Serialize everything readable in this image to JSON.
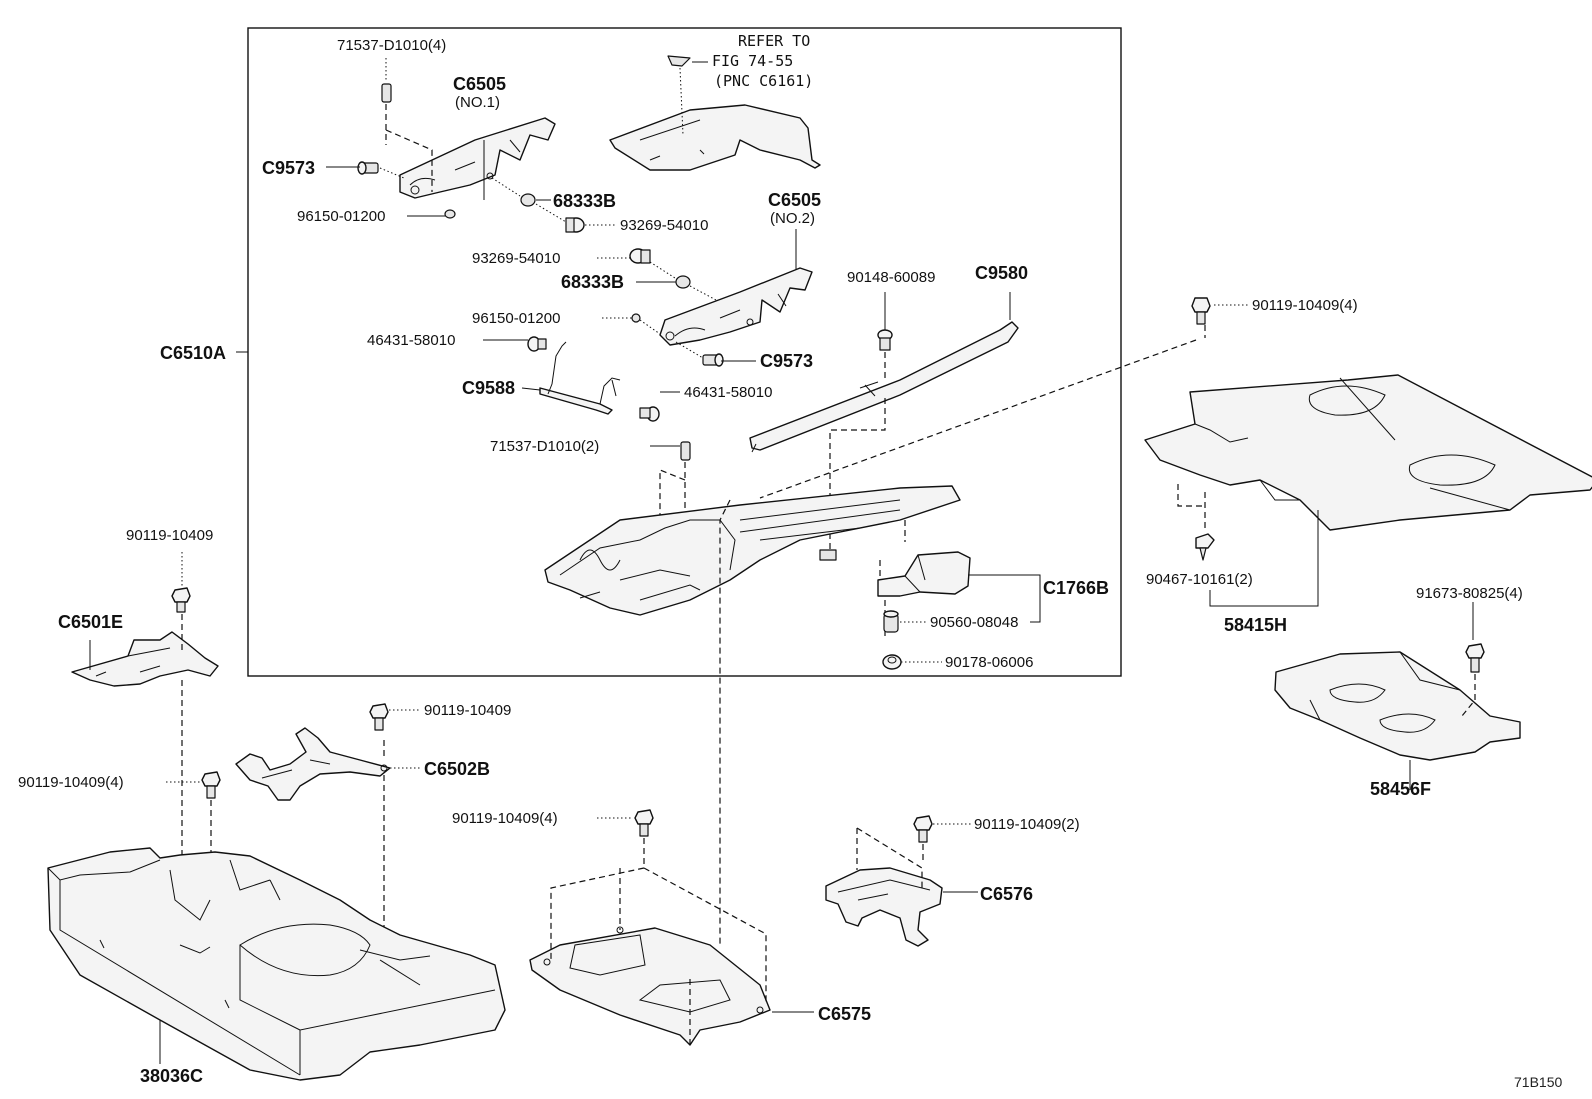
{
  "labels": {
    "l_71537_d1010_4": "71537-D1010(4)",
    "l_c6505_1": "C6505",
    "l_no1": "(NO.1)",
    "l_refer": "REFER TO",
    "l_fig": "FIG 74-55",
    "l_pnc": "(PNC C6161)",
    "l_c9573_a": "C9573",
    "l_68333b_a": "68333B",
    "l_96150_a": "96150-01200",
    "l_93269_a": "93269-54010",
    "l_c6505_2": "C6505",
    "l_no2": "(NO.2)",
    "l_93269_b": "93269-54010",
    "l_68333b_b": "68333B",
    "l_96150_b": "96150-01200",
    "l_46431_a": "46431-58010",
    "l_c9573_b": "C9573",
    "l_c9588": "C9588",
    "l_46431_b": "46431-58010",
    "l_c6510a": "C6510A",
    "l_90148": "90148-60089",
    "l_c9580": "C9580",
    "l_71537_d1010_2": "71537-D1010(2)",
    "l_c1766b": "C1766B",
    "l_90560": "90560-08048",
    "l_90178": "90178-06006",
    "l_90119_4_tr": "90119-10409(4)",
    "l_90467": "90467-10161(2)",
    "l_58415h": "58415H",
    "l_91673": "91673-80825(4)",
    "l_58456f": "58456F",
    "l_90119_c6501": "90119-10409",
    "l_c6501e": "C6501E",
    "l_90119_c6502": "90119-10409",
    "l_c6502b": "C6502B",
    "l_90119_4_left": "90119-10409(4)",
    "l_90119_4_mid": "90119-10409(4)",
    "l_90119_2": "90119-10409(2)",
    "l_c6576": "C6576",
    "l_c6575": "C6575",
    "l_38036c": "38036C",
    "l_ref_code": "71B150"
  }
}
